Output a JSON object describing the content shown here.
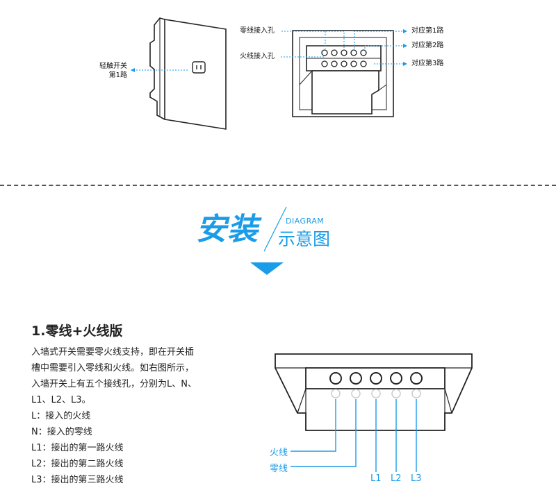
{
  "top_diagram": {
    "left_label_line1": "轻触开关",
    "left_label_line2": "第1路",
    "neutral_hole": "零线接入孔",
    "live_hole": "火线接入孔",
    "route1": "对应第1路",
    "route2": "对应第2路",
    "route3": "对应第3路"
  },
  "section_header": {
    "main": "安装",
    "english": "DIAGRAM",
    "sub": "示意图"
  },
  "section1": {
    "title": "1.零线+火线版",
    "paragraph": [
      "入墙式开关需要零火线支持，即在开关插",
      "槽中需要引入零线和火线。如右图所示，",
      "入墙开关上有五个接线孔，分别为L、N、",
      "L1、L2、L3。",
      "L：接入的火线",
      "N：接入的零线",
      "L1：接出的第一路火线",
      "L2：接出的第二路火线",
      "L3：接出的第三路火线"
    ]
  },
  "wiring": {
    "live": "火线",
    "neutral": "零线",
    "l1": "L1",
    "l2": "L2",
    "l3": "L3"
  },
  "colors": {
    "accent": "#1a9ce8",
    "line": "#222222"
  }
}
